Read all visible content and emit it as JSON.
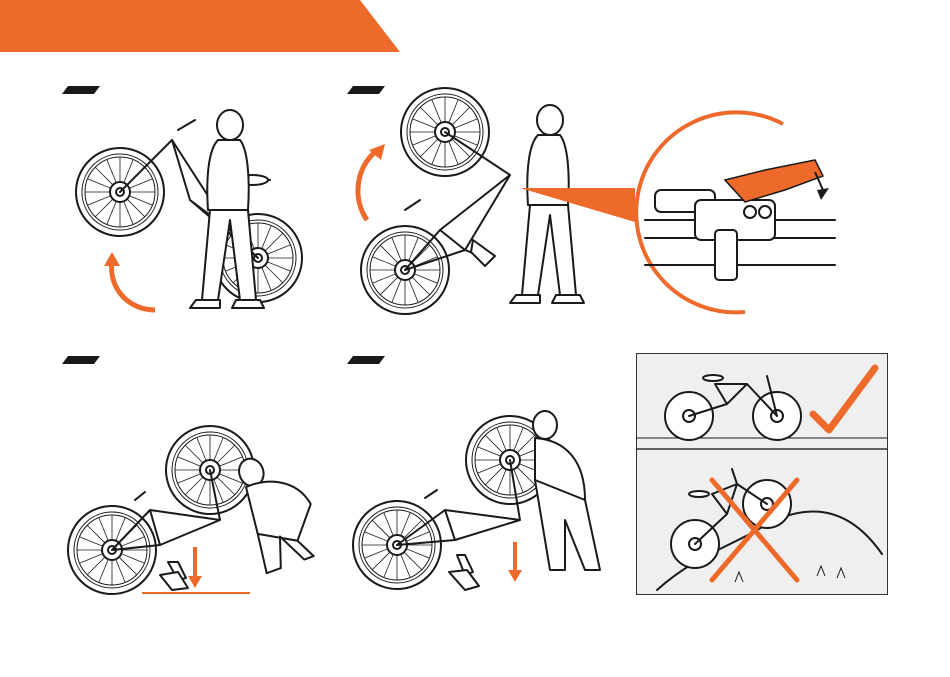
{
  "colors": {
    "accent": "#ee6a2b",
    "ink": "#1a1a1a",
    "panel_bg": "#efefef",
    "panel_border": "#333333"
  },
  "steps": [
    {
      "marker_icon": "step-marker",
      "illustration": "lift-front-wheel"
    },
    {
      "marker_icon": "step-marker",
      "illustration": "raise-bike-vertical-with-brake-detail"
    },
    {
      "marker_icon": "step-marker",
      "illustration": "lower-bike-on-kickstand"
    },
    {
      "marker_icon": "step-marker",
      "illustration": "lower-bike-with-front-wheel-up"
    }
  ],
  "comparison": {
    "correct_icon": "checkmark-icon",
    "incorrect_icon": "cross-icon"
  }
}
